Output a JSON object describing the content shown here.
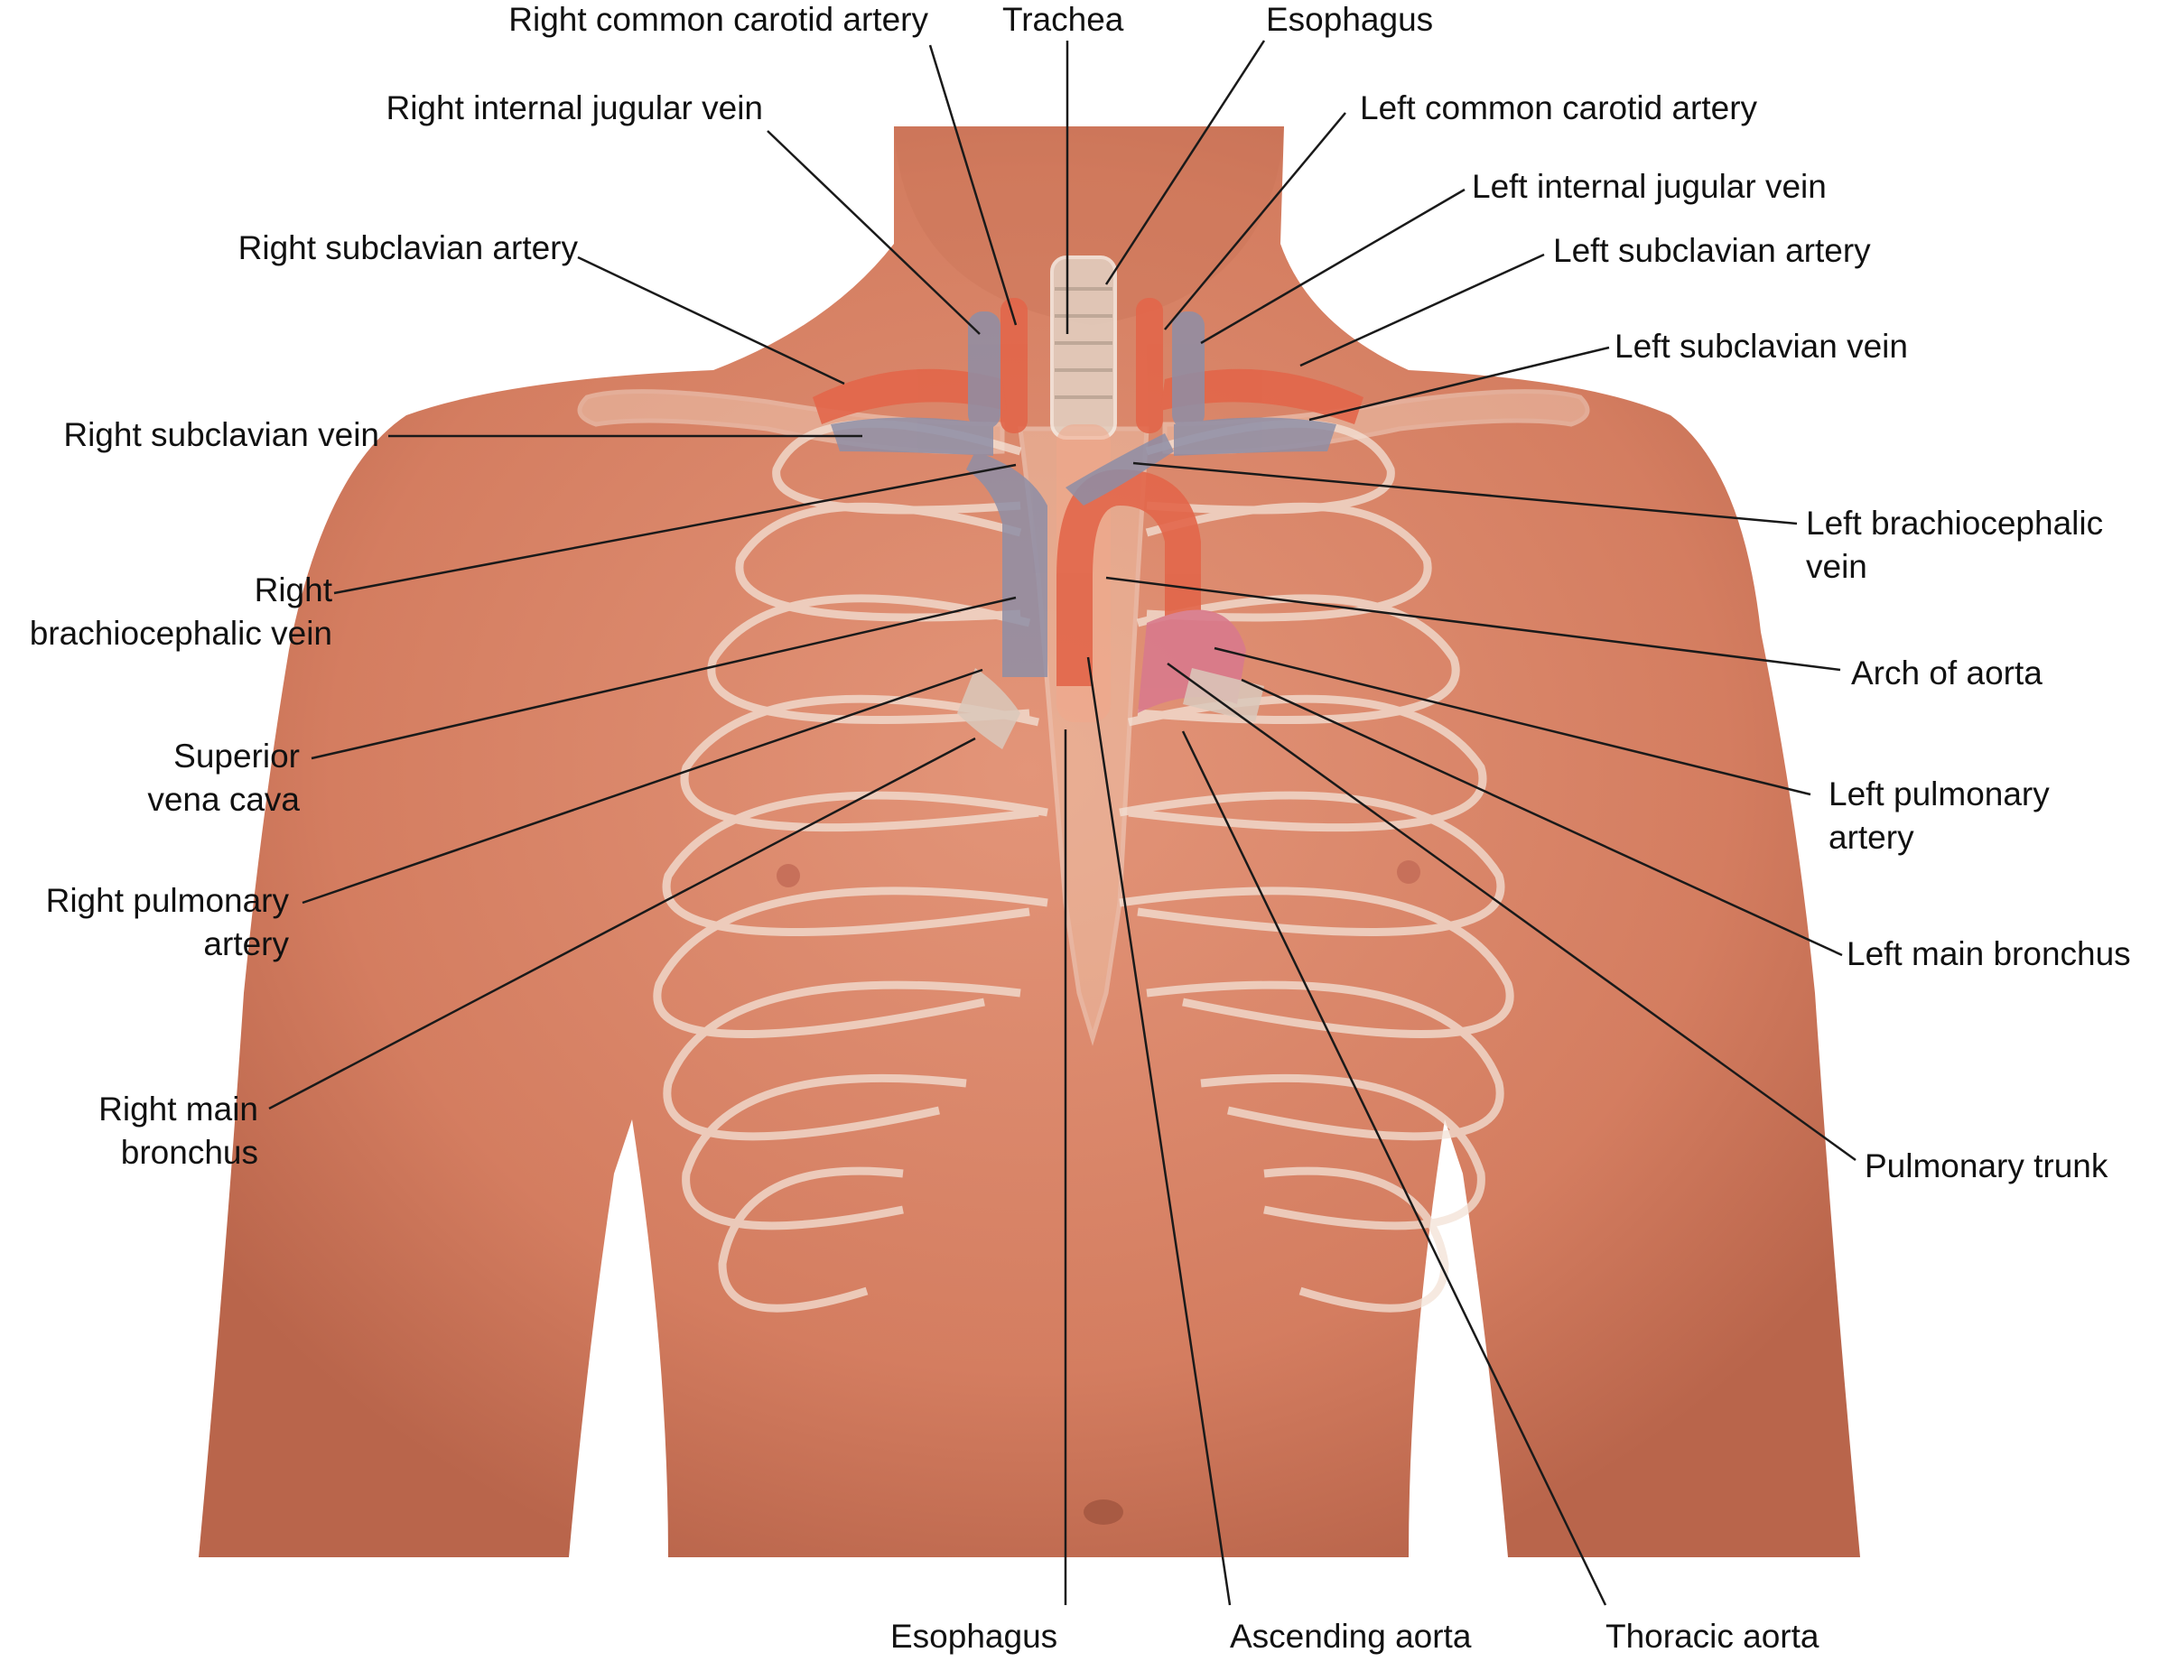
{
  "labels": {
    "right_common_carotid_artery": "Right common carotid artery",
    "trachea": "Trachea",
    "esophagus_top": "Esophagus",
    "right_internal_jugular_vein": "Right internal jugular vein",
    "left_common_carotid_artery": "Left common carotid artery",
    "left_internal_jugular_vein": "Left internal jugular vein",
    "right_subclavian_artery": "Right subclavian artery",
    "left_subclavian_artery": "Left subclavian artery",
    "left_subclavian_vein": "Left subclavian vein",
    "right_subclavian_vein": "Right subclavian vein",
    "left_brachiocephalic_vein": [
      "Left brachiocephalic",
      "vein"
    ],
    "right_brachiocephalic_vein": [
      "Right",
      "brachiocephalic vein"
    ],
    "arch_of_aorta": "Arch of aorta",
    "superior_vena_cava": [
      "Superior",
      "vena cava"
    ],
    "left_pulmonary_artery": [
      "Left pulmonary",
      "artery"
    ],
    "right_pulmonary_artery": [
      "Right pulmonary",
      "artery"
    ],
    "left_main_bronchus": "Left main bronchus",
    "right_main_bronchus": [
      "Right main",
      "bronchus"
    ],
    "pulmonary_trunk": "Pulmonary trunk",
    "esophagus_bottom": "Esophagus",
    "ascending_aorta": "Ascending aorta",
    "thoracic_aorta": "Thoracic aorta"
  },
  "colors": {
    "skin": "#d9876a",
    "skin_shadow": "#c26d52",
    "rib_outline": "#f3e2d6",
    "artery": "#e2664a",
    "vein": "#8e8ea6",
    "trachea": "#d9c8bb",
    "leader_line": "#1a1a1a"
  }
}
